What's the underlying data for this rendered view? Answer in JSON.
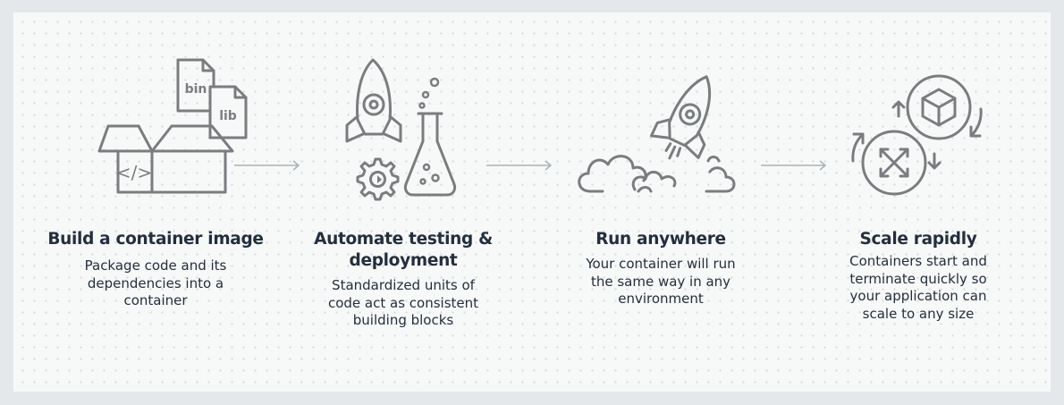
{
  "steps": [
    {
      "title": "Build a container image",
      "description": [
        "Package code and its",
        "dependencies into a",
        "container"
      ],
      "icon": "container-box-icon",
      "file_labels": [
        "bin",
        "lib"
      ],
      "code_symbol": "</>"
    },
    {
      "title": [
        "Automate testing &",
        "deployment"
      ],
      "description": [
        "Standardized units of",
        "code act as consistent",
        "building blocks"
      ],
      "icon": "rocket-gear-flask-icon"
    },
    {
      "title": "Run anywhere",
      "description": [
        "Your container will run",
        "the same way in any",
        "environment"
      ],
      "icon": "rocket-launch-icon"
    },
    {
      "title": "Scale rapidly",
      "description": [
        "Containers start and",
        "terminate quickly so",
        "your application can",
        "scale to any size"
      ],
      "icon": "scale-cycle-icon"
    }
  ],
  "colors": {
    "icon_stroke": "#7a7d80",
    "text": "#232f3e",
    "arrow": "#a9b3b6",
    "background": "#f7f8f8"
  }
}
